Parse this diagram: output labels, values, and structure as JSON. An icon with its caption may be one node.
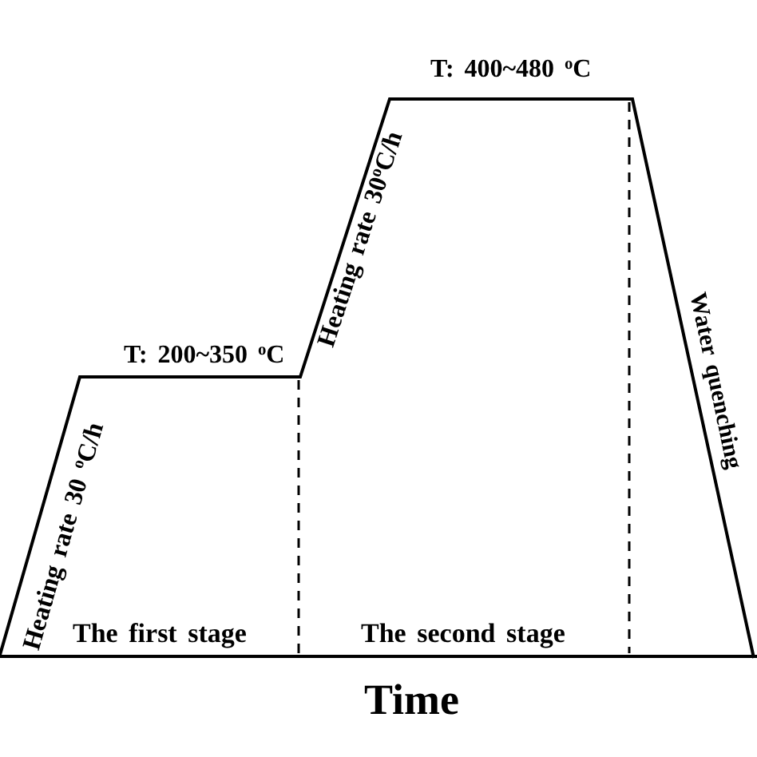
{
  "diagram": {
    "labels": [
      "T: 400~480 $^{o}$C",
      "Heating rate 30$^{o}$C/h",
      "T: 200~350 $^{o}$C",
      "Water quenching",
      "Heating rate 30 $^{o}$C/h",
      "The first stage",
      "The second stage",
      "Time"
    ]
  }
}
